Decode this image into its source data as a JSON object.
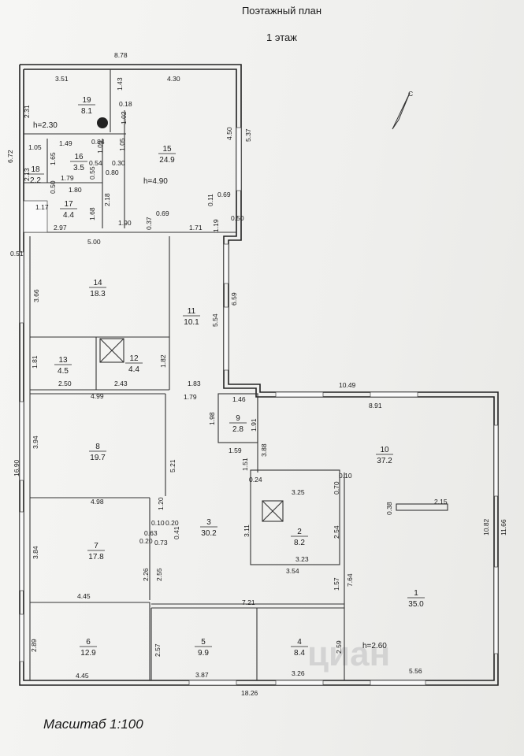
{
  "title": "Поэтажный план",
  "floor": "1 этаж",
  "scale": "Масштаб 1:100",
  "compass": "С",
  "watermark": "циан",
  "rooms": [
    {
      "num": "19",
      "area": "8.1"
    },
    {
      "num": "15",
      "area": "24.9"
    },
    {
      "num": "16",
      "area": "3.5"
    },
    {
      "num": "18",
      "area": "2.2"
    },
    {
      "num": "17",
      "area": "4.4"
    },
    {
      "num": "14",
      "area": "18.3"
    },
    {
      "num": "11",
      "area": "10.1"
    },
    {
      "num": "13",
      "area": "4.5"
    },
    {
      "num": "12",
      "area": "4.4"
    },
    {
      "num": "9",
      "area": "2.8"
    },
    {
      "num": "10",
      "area": "37.2"
    },
    {
      "num": "8",
      "area": "19.7"
    },
    {
      "num": "3",
      "area": "30.2"
    },
    {
      "num": "2",
      "area": "8.2"
    },
    {
      "num": "7",
      "area": "17.8"
    },
    {
      "num": "1",
      "area": "35.0"
    },
    {
      "num": "6",
      "area": "12.9"
    },
    {
      "num": "5",
      "area": "9.9"
    },
    {
      "num": "4",
      "area": "8.4"
    }
  ],
  "heights": [
    "h=2.30",
    "h=4.90",
    "h=2.60"
  ],
  "dims": [
    "8.78",
    "3.51",
    "4.30",
    "1.43",
    "0.18",
    "2.31",
    "1.02",
    "5.37",
    "4.50",
    "1.05",
    "1.49",
    "0.84",
    "1.05",
    "1.65",
    "1.05",
    "0.54",
    "0.30",
    "2.13",
    "0.50",
    "1.79",
    "0.55",
    "0.80",
    "1.80",
    "2.18",
    "0.11",
    "0.69",
    "1.17",
    "1.19",
    "1.68",
    "0.37",
    "0.69",
    "0.50",
    "2.97",
    "1.90",
    "1.71",
    "0.51",
    "5.00",
    "3.66",
    "6.59",
    "5.54",
    "1.81",
    "1.82",
    "2.50",
    "2.43",
    "1.83",
    "10.49",
    "4.99",
    "1.79",
    "1.46",
    "8.91",
    "1.98",
    "1.91",
    "3.94",
    "5.21",
    "1.59",
    "3.88",
    "1.51",
    "0.24",
    "0.10",
    "3.25",
    "0.70",
    "0.38",
    "2.15",
    "4.98",
    "1.20",
    "0.10",
    "0.20",
    "0.63",
    "0.41",
    "0.20",
    "0.73",
    "3.11",
    "2.54",
    "10.82",
    "11.66",
    "3.84",
    "3.23",
    "3.54",
    "2.26",
    "2.55",
    "1.57",
    "7.64",
    "4.45",
    "7.21",
    "2.89",
    "2.57",
    "2.59",
    "4.45",
    "3.87",
    "3.26",
    "5.56",
    "18.26",
    "16.90",
    "6.72"
  ]
}
